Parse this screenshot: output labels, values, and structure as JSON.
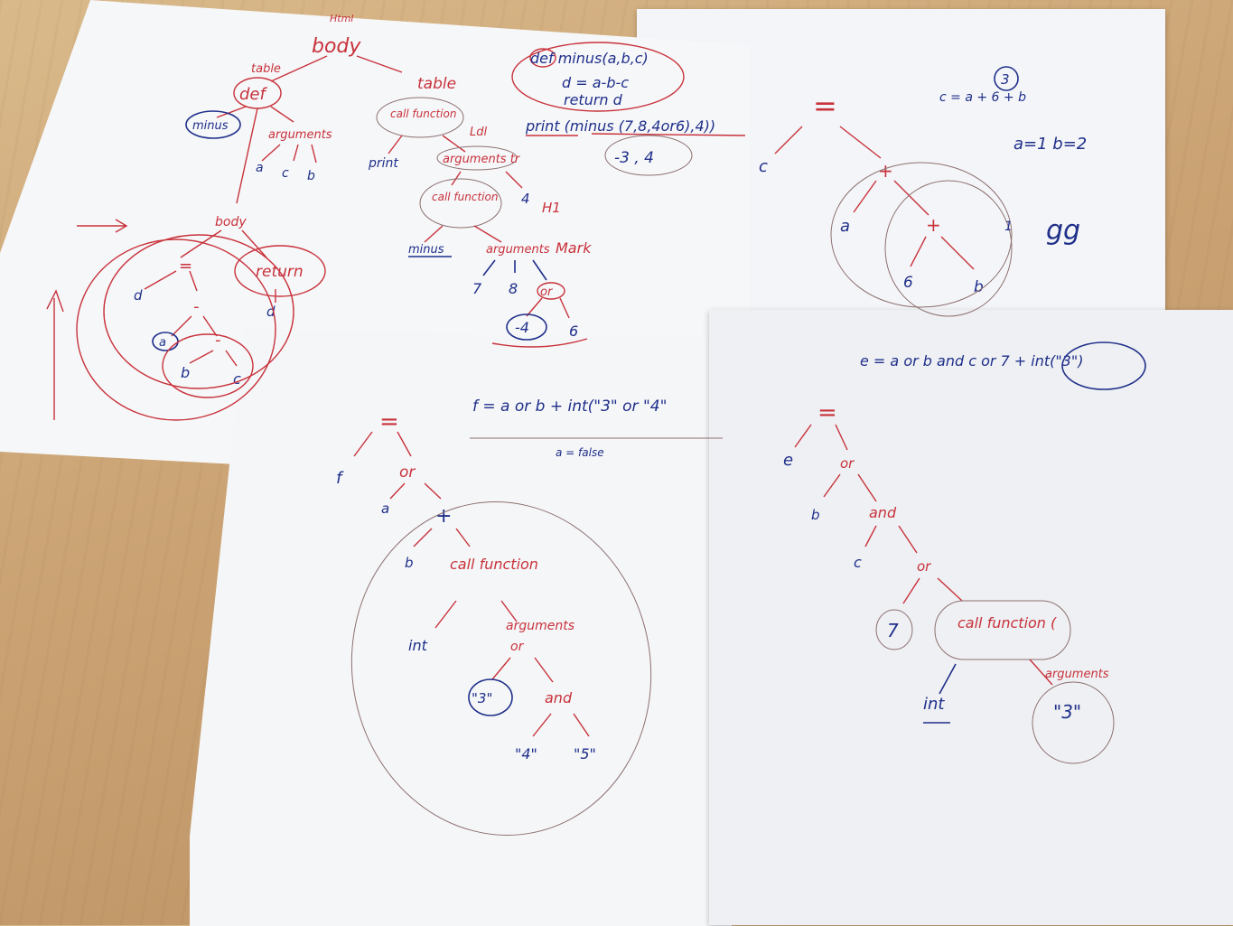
{
  "sheet_top_left": {
    "html": "Html",
    "body": "body",
    "table1": "table",
    "def": "def",
    "minus": "minus",
    "arguments": "arguments",
    "a": "a",
    "c": "c",
    "b": "b",
    "table2": "table",
    "call_function": "call function",
    "ldl": "Ldl",
    "print": "print",
    "arguments_tr": "arguments tr",
    "call_function_2": "call function",
    "four": "4",
    "h1": "H1",
    "body2": "body",
    "minus2": "minus",
    "arguments2": "arguments",
    "mark": "Mark",
    "seven": "7",
    "eight": "8",
    "or": "or",
    "neg4": "-4",
    "six": "6",
    "return": "return",
    "d": "d",
    "d2": "d",
    "eq": "=",
    "minus_op1": "-",
    "minus_op2": "-",
    "a2": "a",
    "b2": "b",
    "c2": "c",
    "code_line1": "def minus(a,b,c)",
    "code_line2": "d = a-b-c",
    "code_line3": "return d",
    "code_line4": "print (minus (7,8,4or6),4))",
    "result": "-3 , 4"
  },
  "sheet_top_right": {
    "three": "3",
    "formula": "c = a + 6 + b",
    "assign": "a=1  b=2",
    "eq": "=",
    "c": "c",
    "plus1": "+",
    "a": "a",
    "plus2": "+",
    "six": "6",
    "b": "b",
    "one": "1",
    "gg": "gg"
  },
  "sheet_bottom_left": {
    "formula": "f = a or b + int(\"3\" or \"4\"",
    "note": "a = false",
    "eq": "=",
    "f": "f",
    "or": "or",
    "a": "a",
    "plus": "+",
    "b": "b",
    "call_function": "call function",
    "int": "int",
    "arguments": "arguments",
    "or2": "or",
    "three": "\"3\"",
    "and": "and",
    "four": "\"4\"",
    "five": "\"5\""
  },
  "sheet_bottom_right": {
    "formula": "e = a or b and c or 7 + int(\"3\")",
    "eq": "=",
    "e": "e",
    "or": "or",
    "b": "b",
    "and": "and",
    "c": "c",
    "or2": "or",
    "seven": "7",
    "call_function": "call function (",
    "int": "int",
    "arguments": "arguments",
    "three": "\"3\""
  },
  "colors": {
    "ink_blue": "#1f2f8a",
    "ink_red": "#c8323b",
    "paper": "#f6f7f9",
    "table": "#caa273"
  }
}
